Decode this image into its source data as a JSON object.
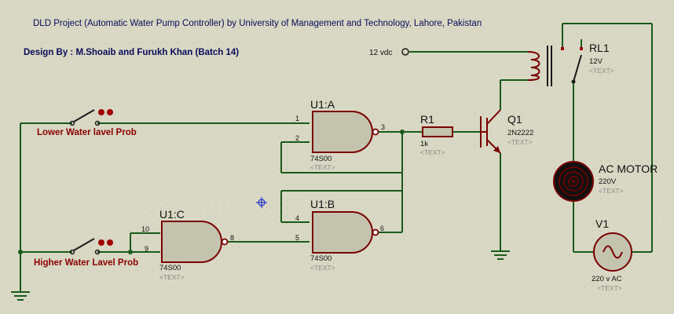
{
  "title": "DLD Project (Automatic Water Pump Controller) by University of Management and Technology, Lahore, Pakistan",
  "design_credit": "Design By : M.Shoaib and Furukh Khan (Batch 14)",
  "probes": {
    "lower": "Lower Water lavel Prob",
    "higher": "Higher Water Lavel Prob"
  },
  "gates": {
    "u1a": {
      "ref": "U1:A",
      "part": "74S00",
      "text": "<TEXT>",
      "pins": [
        "1",
        "2",
        "3"
      ]
    },
    "u1b": {
      "ref": "U1:B",
      "part": "74S00",
      "text": "<TEXT>",
      "pins": [
        "4",
        "5",
        "6"
      ]
    },
    "u1c": {
      "ref": "U1:C",
      "part": "74S00",
      "text": "<TEXT>",
      "pins": [
        "10",
        "9",
        "8"
      ]
    }
  },
  "resistor": {
    "ref": "R1",
    "value": "1k",
    "text": "<TEXT>"
  },
  "transistor": {
    "ref": "Q1",
    "part": "2N2222",
    "text": "<TEXT>"
  },
  "relay": {
    "ref": "RL1",
    "value": "12V",
    "text": "<TEXT>"
  },
  "motor": {
    "ref": "AC MOTOR",
    "value": "220V",
    "text": "<TEXT>"
  },
  "source": {
    "ref": "V1",
    "value": "220 v AC",
    "text": "<TEXT>"
  },
  "supply": {
    "label": "12 vdc"
  },
  "colors": {
    "wire": "#1a5a1a",
    "component": "#7a0000",
    "title": "#0a0a5a",
    "probe_label": "#8b0000",
    "background": "#d8d8c4"
  }
}
